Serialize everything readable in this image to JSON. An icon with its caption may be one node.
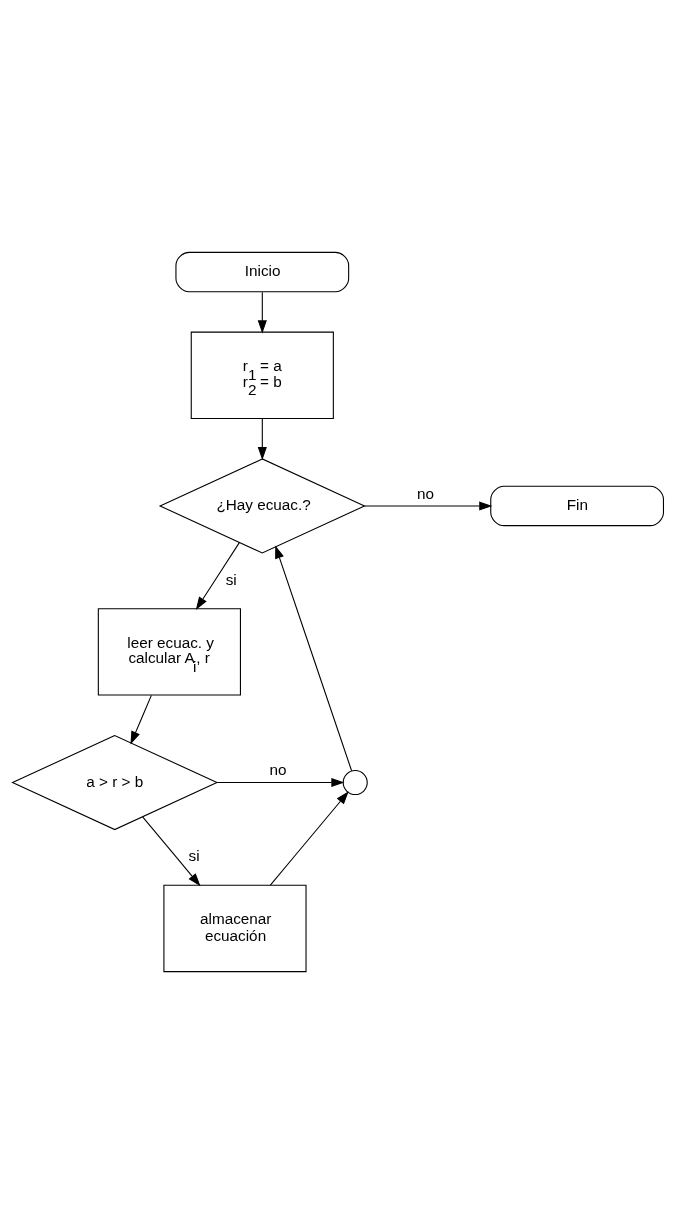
{
  "diagram": {
    "nodes": [
      {
        "text": [
          "Inicio"
        ]
      },
      {
        "text": [
          "r$_{1}$ = a",
          "r$_{2}$ = b"
        ]
      },
      {
        "text": [
          "¿Hay ecuac.?"
        ]
      },
      {
        "text": [
          "Fin"
        ]
      },
      {
        "text": [
          "leer ecuac. y calcular A$_{i}$, r"
        ]
      },
      {
        "text": [
          "a > r > b"
        ]
      },
      {
        "text": [
          "almacenar ecuación"
        ]
      },
      {
        "text": [],
        "shape": "circle"
      }
    ],
    "edges": [
      {
        "from": 0,
        "to": 1,
        "arrow": "to"
      },
      {
        "from": 1,
        "to": 2,
        "arrow": "to"
      },
      {
        "from": 2,
        "to": 3,
        "arrow": "to",
        "label": "no"
      },
      {
        "from": 2,
        "to": 4,
        "arrow": "to",
        "label": "si"
      },
      {
        "from": 4,
        "to": 5,
        "arrow": "to"
      },
      {
        "from": 5,
        "to": 7,
        "arrow": "to",
        "label": "no"
      },
      {
        "from": 5,
        "to": 6,
        "arrow": "to",
        "label": "si"
      },
      {
        "from": 6,
        "to": 7,
        "arrow": "to"
      },
      {
        "from": 7,
        "to": 2,
        "arrow": "to"
      }
    ]
  }
}
